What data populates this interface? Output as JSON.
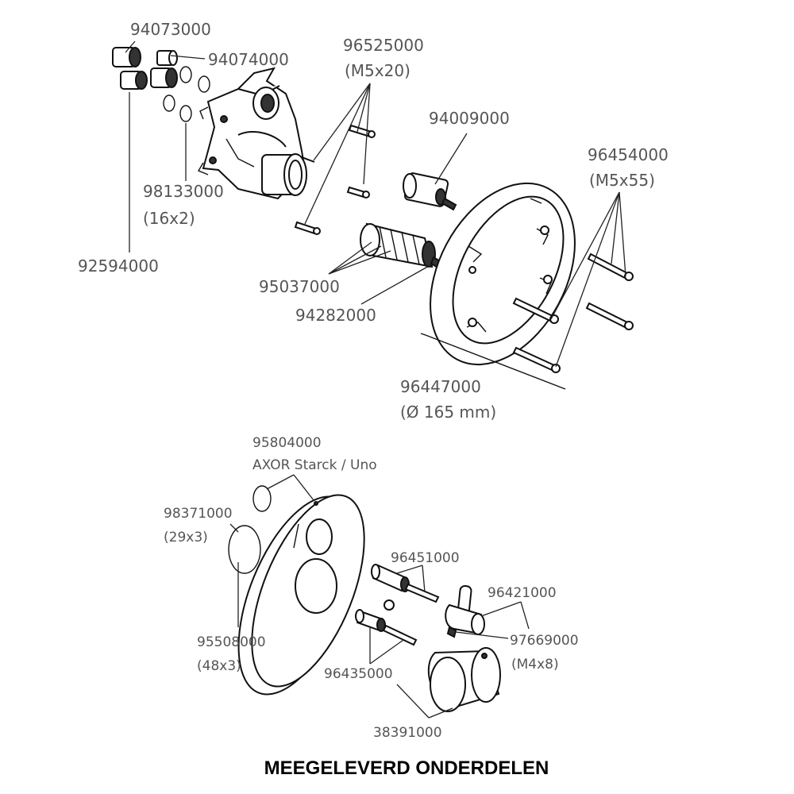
{
  "parts": {
    "p94073000": "94073000",
    "p94074000": "94074000",
    "p96525000": "96525000",
    "p96525000_size": "(M5x20)",
    "p94009000": "94009000",
    "p96454000": "96454000",
    "p96454000_size": "(M5x55)",
    "p98133000": "98133000",
    "p98133000_size": "(16x2)",
    "p92594000": "92594000",
    "p95037000": "95037000",
    "p94282000": "94282000",
    "p96447000": "96447000",
    "p96447000_size": "(Ø 165 mm)",
    "p95804000": "95804000",
    "p95804000_desc": "AXOR Starck / Uno",
    "p98371000": "98371000",
    "p98371000_size": "(29x3)",
    "p96451000": "96451000",
    "p96421000": "96421000",
    "p97669000": "97669000",
    "p97669000_size": "(M4x8)",
    "p95508000": "95508000",
    "p95508000_size": "(48x3)",
    "p96435000": "96435000",
    "p38391000": "38391000"
  },
  "footer": "MEEGELEVERD ONDERDELEN"
}
